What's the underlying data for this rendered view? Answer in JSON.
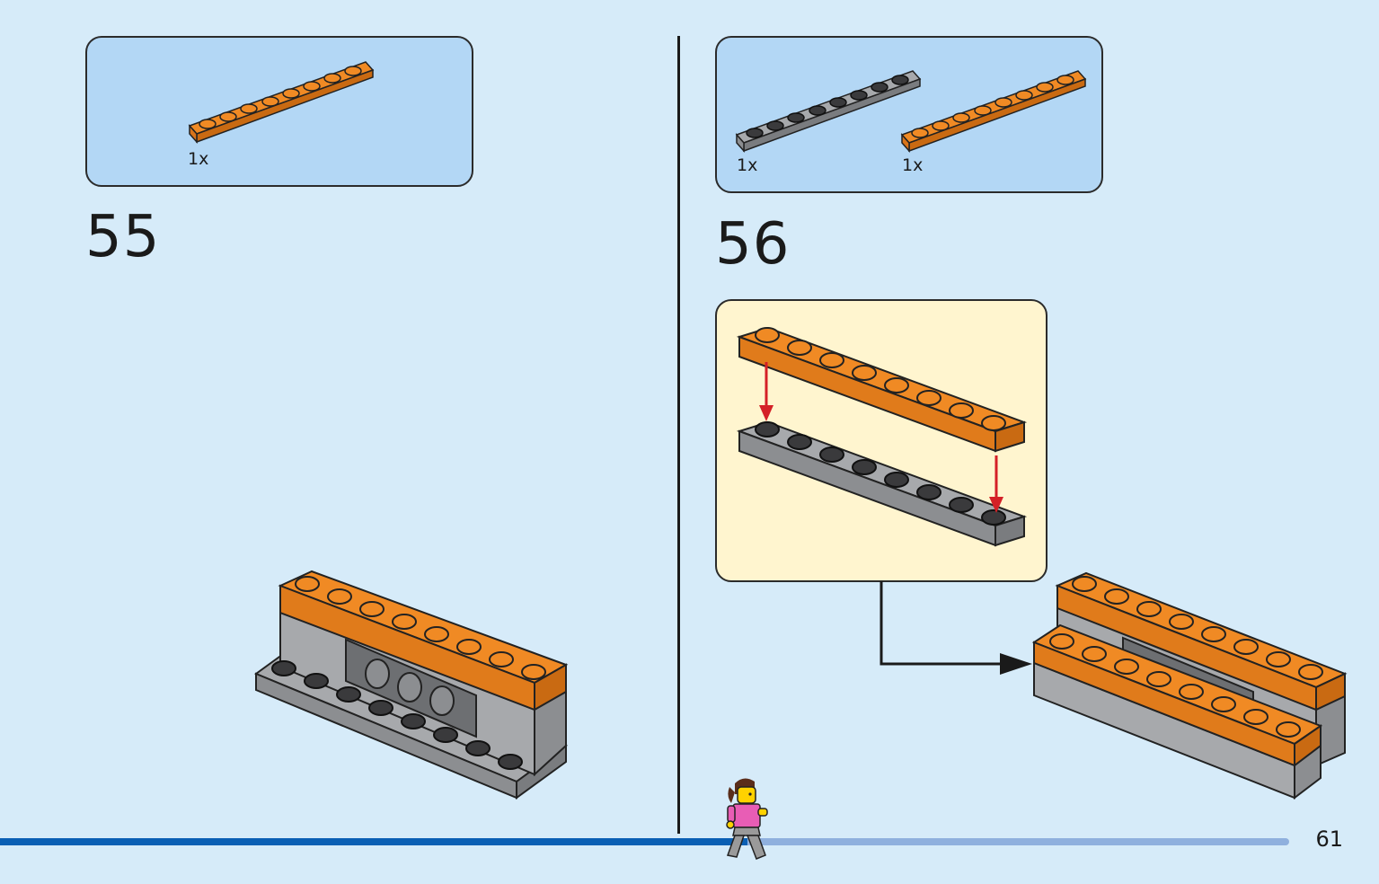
{
  "colors": {
    "background": "#d6ebf9",
    "parts_box": "#b3d7f5",
    "callout": "#fff5cf",
    "brick_orange": "#f08a24",
    "brick_gray": "#a7a9ac",
    "arrow_red": "#d42027",
    "progress_done": "#0a5fb4",
    "progress_remaining": "#8fb0de"
  },
  "step55": {
    "number": "55",
    "parts": [
      {
        "qty": "1x",
        "part": "orange-plate-1x8-icon"
      }
    ]
  },
  "step56": {
    "number": "56",
    "parts": [
      {
        "qty": "1x",
        "part": "gray-plate-1x8-icon"
      },
      {
        "qty": "1x",
        "part": "orange-plate-1x8-icon"
      }
    ]
  },
  "footer": {
    "page_number": "61",
    "progress": 0.58,
    "progress_icon": "minifigure-runner-icon"
  }
}
